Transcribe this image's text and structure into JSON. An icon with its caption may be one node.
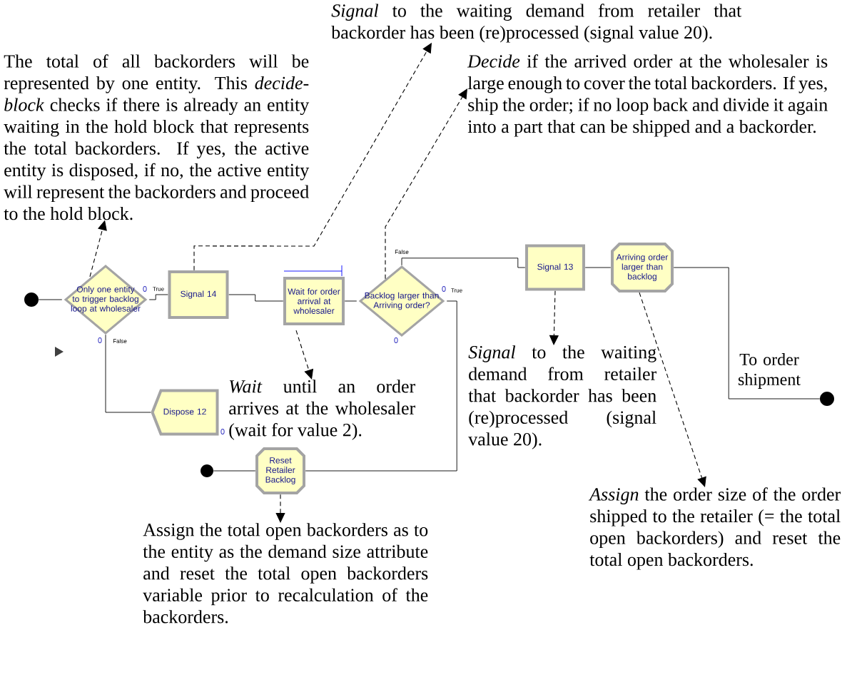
{
  "diagram": {
    "nodes": [
      {
        "text": [],
        "shape": "circle"
      },
      {
        "text": [
          "Only one entity to trigger backlog loop at wholesaler"
        ],
        "beside": [
          "0",
          "0"
        ]
      },
      {
        "text": [
          "Signal 14"
        ]
      },
      {
        "text": [
          "Wait for order arrival at wholesaler"
        ]
      },
      {
        "text": [
          "Backlog larger than Arriving order?"
        ],
        "beside": [
          "0",
          "0"
        ]
      },
      {
        "text": [
          "Signal 13"
        ]
      },
      {
        "text": [
          "Arriving order larger than backlog"
        ]
      },
      {
        "text": [
          "Dispose 12"
        ],
        "beside": [
          "0"
        ]
      },
      {
        "text": [
          "Reset Retailer Backlog"
        ]
      },
      {
        "text": [],
        "shape": "circle"
      },
      {
        "text": [],
        "shape": "circle"
      },
      {
        "text": [
          "The total of all backorders will be represented by one entity. This *decide-block* checks if there is already an entity waiting in the hold block that represents the total backorders. If yes, the active entity is disposed, if no, the active entity will represent the backorders and proceed to the hold block."
        ]
      },
      {
        "text": [
          "*Signal* to the waiting demand from retailer that backorder has been (re)processed (signal value 20)."
        ]
      },
      {
        "text": [
          "*Decide* if the arrived order at the wholesaler is large enough to cover the total backorders. If yes, ship the order; if no loop back and divide it again into a part that can be shipped and a backorder."
        ]
      },
      {
        "text": [
          "*Wait* until an order arrives at the wholesaler (wait for value 2)."
        ]
      },
      {
        "text": [
          "*Signal* to the waiting demand from retailer that backorder has been (re)processed (signal value 20)."
        ]
      },
      {
        "text": [
          "*Assign* the order size of the order shipped to the retailer (= the total open backorders) and reset the total open backorders."
        ]
      },
      {
        "text": [
          "Assign the total open backorders as to the entity as the demand size attribute and reset the total open backorders variable prior to recalculation of the backorders."
        ]
      }
    ],
    "edges": [
      {
        "from": 0,
        "to": 1,
        "arrow": "none"
      },
      {
        "from": 1,
        "to": 2,
        "arrow": "none",
        "label": "True"
      },
      {
        "from": 2,
        "to": 3,
        "arrow": "none"
      },
      {
        "from": 3,
        "to": 4,
        "arrow": "none"
      },
      {
        "from": 4,
        "to": 5,
        "arrow": "none",
        "label": "False"
      },
      {
        "from": 5,
        "to": 6,
        "arrow": "none"
      },
      {
        "from": 6,
        "to": 10,
        "arrow": "none",
        "label": "To order shipment"
      },
      {
        "from": 1,
        "to": 7,
        "arrow": "none",
        "label": "False"
      },
      {
        "from": 9,
        "to": 8,
        "arrow": "none"
      },
      {
        "from": 4,
        "to": 8,
        "arrow": "none",
        "label": "True"
      },
      {
        "from": 1,
        "to": 11,
        "arrow": "to",
        "style": "dashed"
      },
      {
        "from": 2,
        "to": 12,
        "arrow": "to",
        "style": "dashed"
      },
      {
        "from": 4,
        "to": 13,
        "arrow": "to",
        "style": "dashed"
      },
      {
        "from": 3,
        "to": 14,
        "arrow": "to",
        "style": "dashed"
      },
      {
        "from": 5,
        "to": 15,
        "arrow": "to",
        "style": "dashed"
      },
      {
        "from": 6,
        "to": 16,
        "arrow": "to",
        "style": "dashed"
      },
      {
        "from": 8,
        "to": 17,
        "arrow": "to",
        "style": "dashed"
      }
    ]
  }
}
